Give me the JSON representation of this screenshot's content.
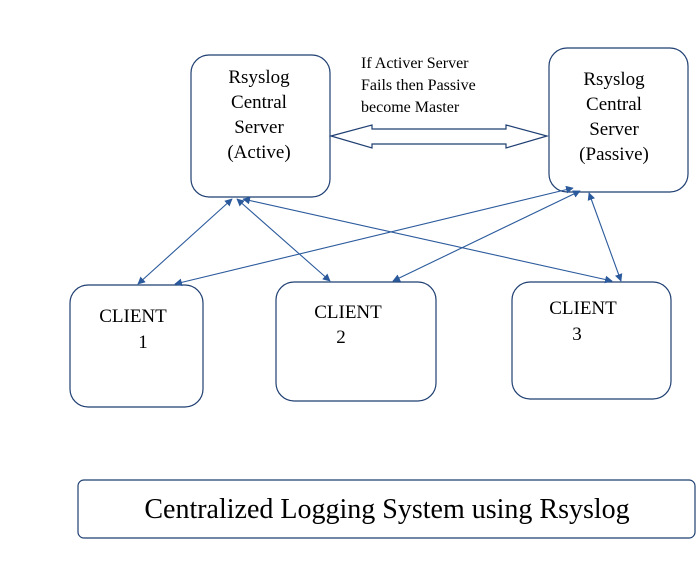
{
  "servers": {
    "active": {
      "lines": [
        "Rsyslog",
        "Central",
        "Server",
        "(Active)"
      ]
    },
    "passive": {
      "lines": [
        "Rsyslog",
        "Central",
        "Server",
        "(Passive)"
      ]
    }
  },
  "failover_note": {
    "lines": [
      "If Activer Server",
      "Fails then Passive",
      "become Master"
    ]
  },
  "clients": [
    {
      "lines": [
        "CLIENT",
        "1"
      ]
    },
    {
      "lines": [
        "CLIENT",
        "2"
      ]
    },
    {
      "lines": [
        "CLIENT",
        "3"
      ]
    }
  ],
  "caption": "Centralized Logging System using Rsyslog",
  "colors": {
    "box_border": "#1f3f72",
    "connector": "#2b5a9c",
    "text": "#000000"
  }
}
